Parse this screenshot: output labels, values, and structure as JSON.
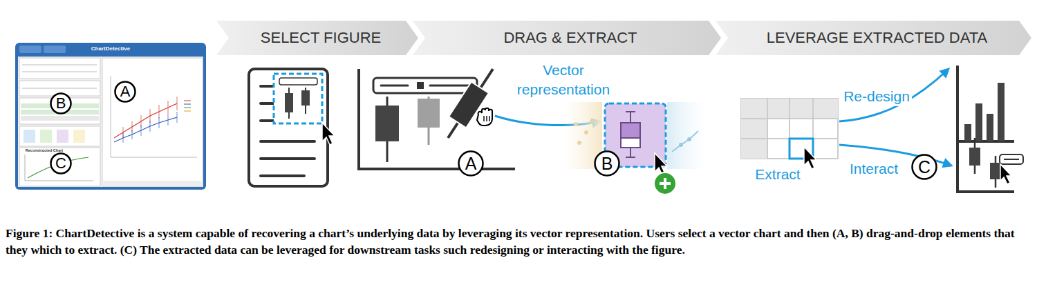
{
  "diagram": {
    "caption": "Figure 1: ChartDetective is a system capable of recovering a chart’s underlying data by leveraging its vector representation. Users select a vector chart and then (A, B) drag-and-drop elements that they which to extract. (C) The extracted data can be leveraged for downstream tasks such redesigning or interacting with the figure.",
    "nodes": [
      {
        "text": [
          "SELECT FIGURE"
        ]
      },
      {
        "text": [
          "DRAG & EXTRACT"
        ]
      },
      {
        "text": [
          "LEVERAGE EXTRACTED DATA"
        ]
      },
      {
        "text": [
          "A"
        ]
      },
      {
        "text": [
          "B"
        ]
      },
      {
        "text": [
          "C"
        ]
      },
      {
        "text": [
          "A"
        ]
      },
      {
        "text": [
          "B"
        ]
      },
      {
        "text": [
          "C"
        ]
      }
    ],
    "labels": [
      "ChartDetective",
      "Reconstructed Chart",
      "Vector representation",
      "Re-design",
      "Extract",
      "Interact"
    ]
  }
}
